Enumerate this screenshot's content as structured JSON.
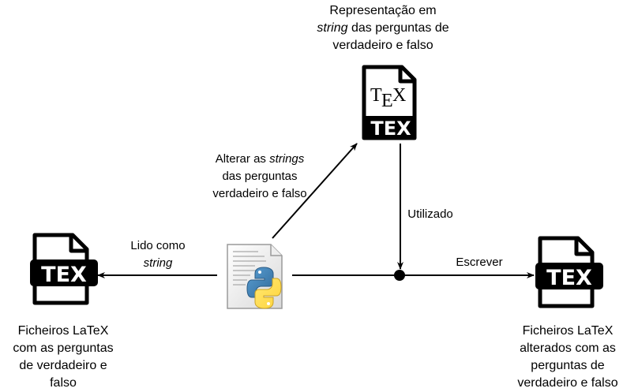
{
  "nodes": {
    "tex_top": {
      "label_line1": "Representação em",
      "label_line2_italic": "string",
      "label_line2_rest": " das perguntas de",
      "label_line3": "verdadeiro e falso",
      "icon": "tex-file-icon-with-tex-logo",
      "badge": "TEX",
      "logo_t": "T",
      "logo_e": "E",
      "logo_x": "X"
    },
    "tex_left": {
      "label_lines": [
        "Ficheiros LaTeX",
        "com as perguntas",
        "de verdadeiro e",
        "falso"
      ],
      "icon": "tex-file-icon",
      "badge": "TEX"
    },
    "tex_right": {
      "label_lines": [
        "Ficheiros LaTeX",
        "alterados com as",
        "perguntas de",
        "verdadeiro e falso"
      ],
      "icon": "tex-file-icon",
      "badge": "TEX"
    },
    "python": {
      "icon": "python-script-icon"
    }
  },
  "edges": {
    "python_to_top": {
      "line1_plain": "Alterar as ",
      "line1_italic": "strings",
      "line2": "das perguntas",
      "line3": "verdadeiro e falso"
    },
    "python_to_left": {
      "line1": "Lido como",
      "line2_italic": "string"
    },
    "top_to_junction": {
      "label": "Utilizado"
    },
    "junction_to_right": {
      "label": "Escrever"
    }
  }
}
